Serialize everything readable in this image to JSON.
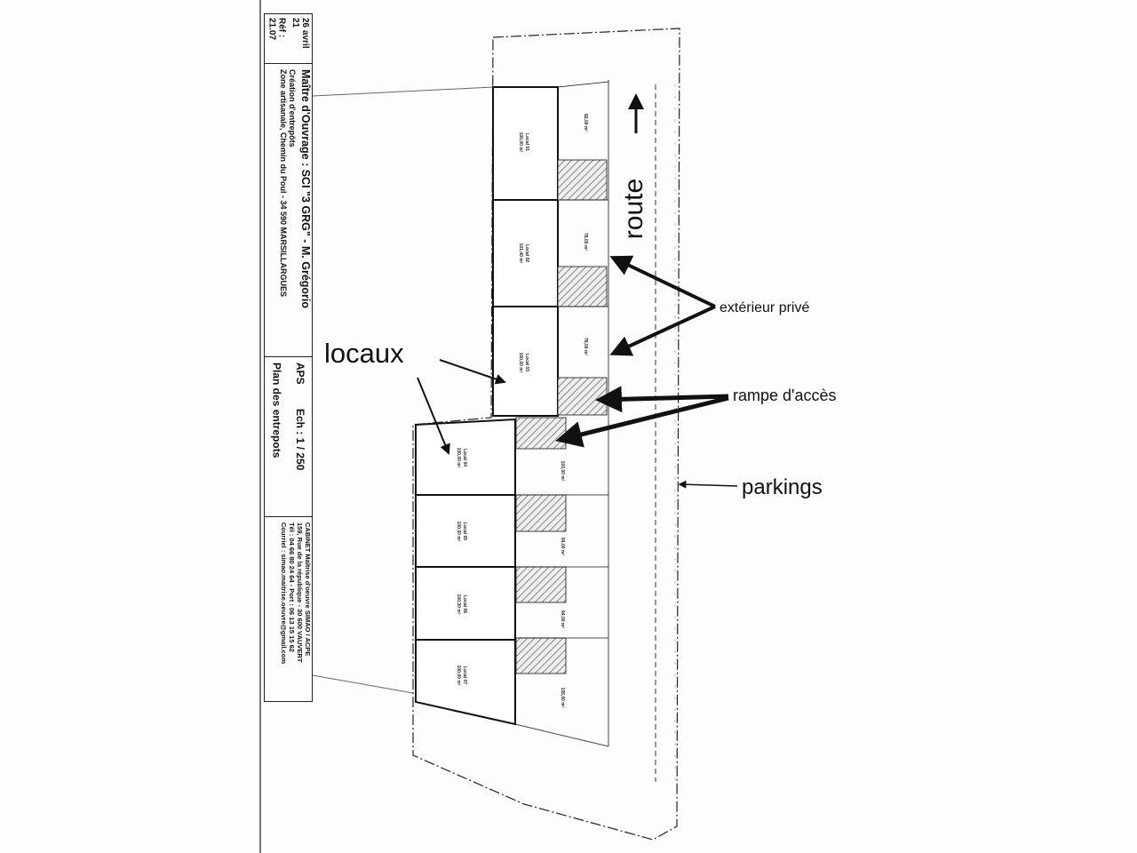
{
  "title_block": {
    "date": "26 avril 21",
    "ref": "Réf : 21.07",
    "owner": "Maître d'Ouvrage : SCI \"3 GRG\" - M. Grégorio",
    "project": "Création d'entrepôts",
    "address": "Zone artisanale, Chemin du Poul - 34 590 MARSILLARGUES",
    "phase": "APS",
    "scale": "Ech : 1 / 250",
    "sheet_title": "Plan des entrepots",
    "cabinet": [
      "CABINET Maîtrise d'oeuvre SIMAO / ACPE",
      "159, Rue de la république - 30 600 VAUVERT",
      "Tél : 04 66 80 24 64 - Port : 06 13 15 15 62",
      "Courriel : simao.maitrise.oeuvre@gmail.com"
    ]
  },
  "units": [
    {
      "name": "Local 01",
      "area": "100,00 m²",
      "exterior": "82,00 m²"
    },
    {
      "name": "Local 02",
      "area": "101,40 m²",
      "exterior": "78,00 m²"
    },
    {
      "name": "Local 03",
      "area": "100,00 m²",
      "exterior": "78,00 m²"
    },
    {
      "name": "Local 04",
      "area": "100,00 m²",
      "exterior": "103,00 m²"
    },
    {
      "name": "Local 05",
      "area": "100,30 m²",
      "exterior": "94,00 m²"
    },
    {
      "name": "Local 06",
      "area": "100,30 m²",
      "exterior": "94,00 m²"
    },
    {
      "name": "Local 07",
      "area": "100,00 m²",
      "exterior": "135,00 m²"
    }
  ],
  "annotations": {
    "route": "route",
    "exterior": "extérieur privé",
    "locaux": "locaux",
    "ramp": "rampe d'accès",
    "parkings": "parkings"
  }
}
